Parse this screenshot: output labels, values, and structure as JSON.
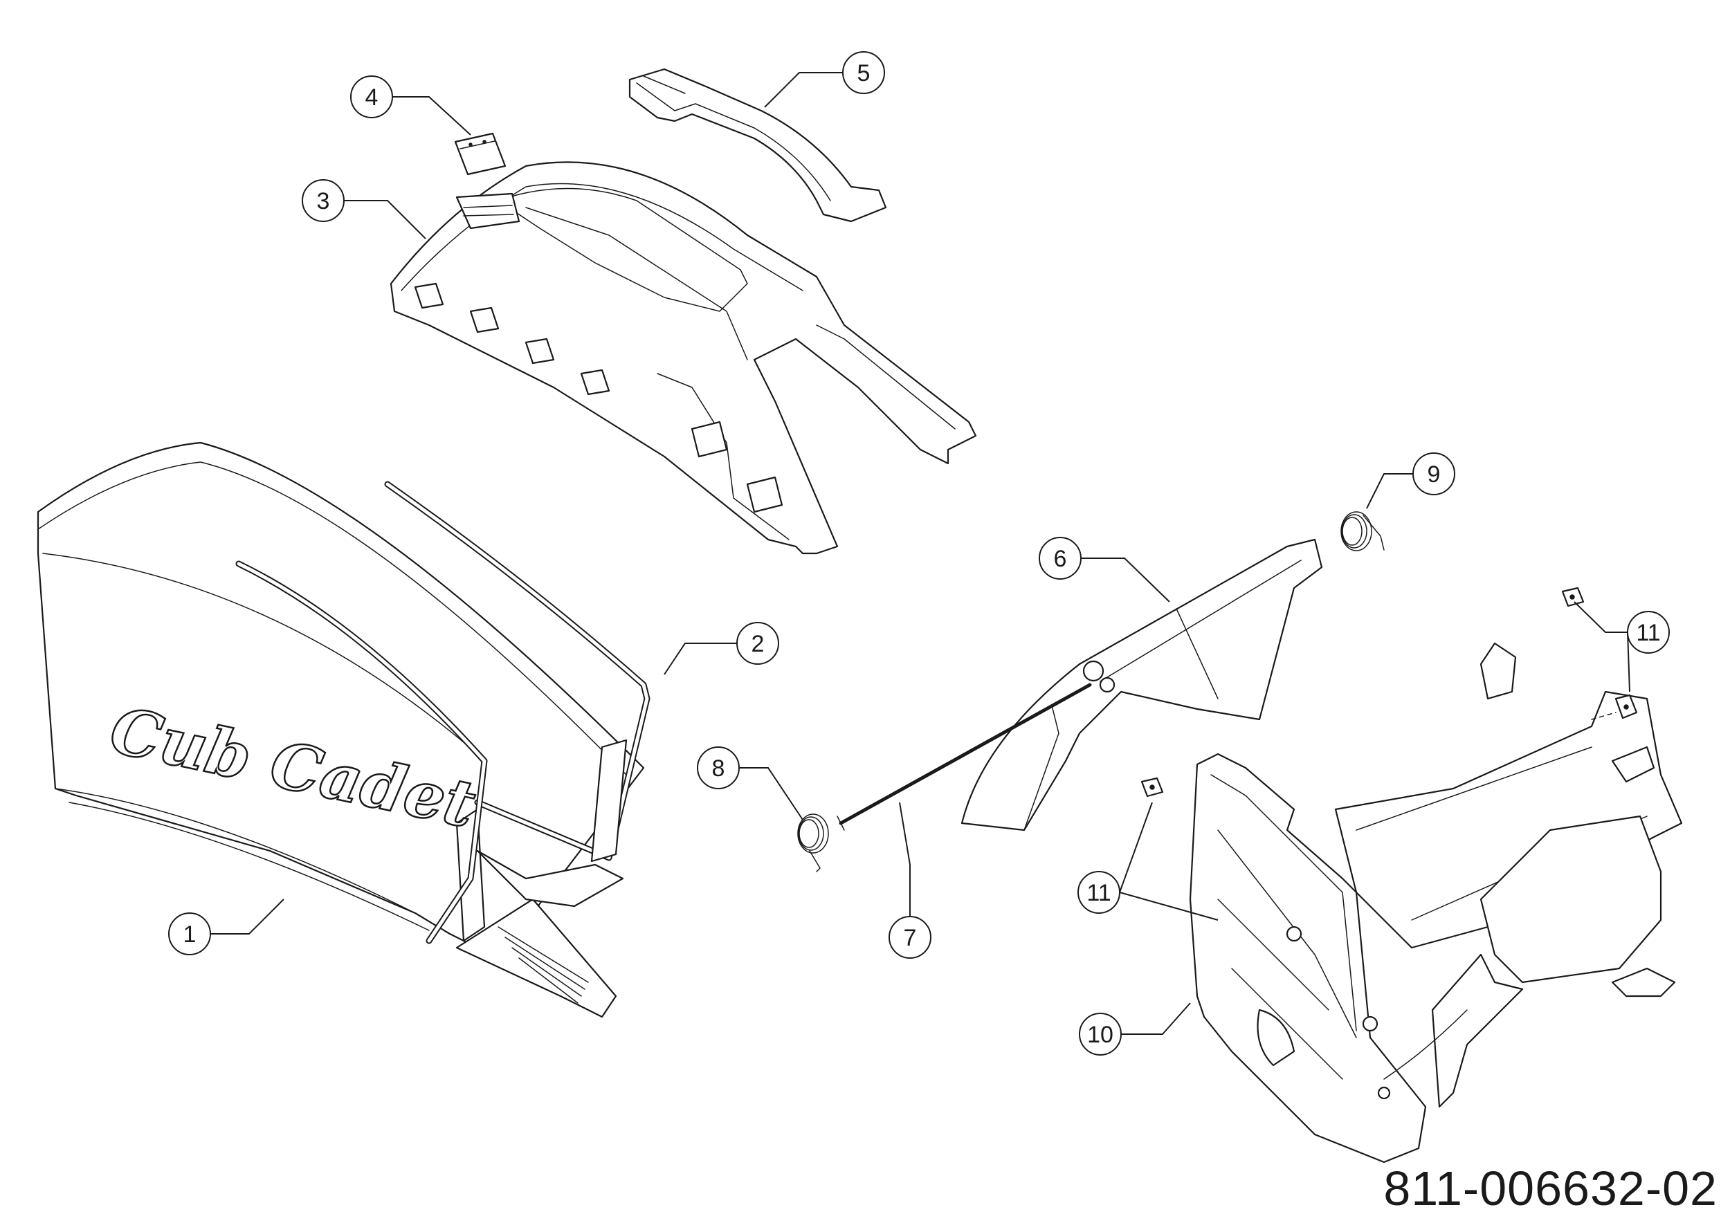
{
  "drawing_number": "811-006632-02",
  "logo_text": "Cub Cadet",
  "callouts": [
    {
      "label": "1"
    },
    {
      "label": "2"
    },
    {
      "label": "3"
    },
    {
      "label": "4"
    },
    {
      "label": "5"
    },
    {
      "label": "6"
    },
    {
      "label": "7"
    },
    {
      "label": "8"
    },
    {
      "label": "9"
    },
    {
      "label": "10"
    },
    {
      "label": "11"
    },
    {
      "label": "11"
    }
  ]
}
